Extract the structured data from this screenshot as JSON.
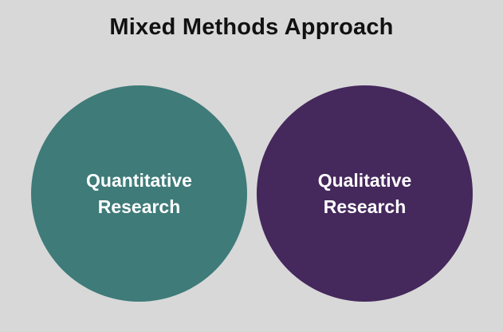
{
  "title": "Mixed Methods Approach",
  "circles": [
    {
      "label": "Quantitative\nResearch",
      "color": "#3e7b79"
    },
    {
      "label": "Qualitative\nResearch",
      "color": "#45285c"
    }
  ]
}
